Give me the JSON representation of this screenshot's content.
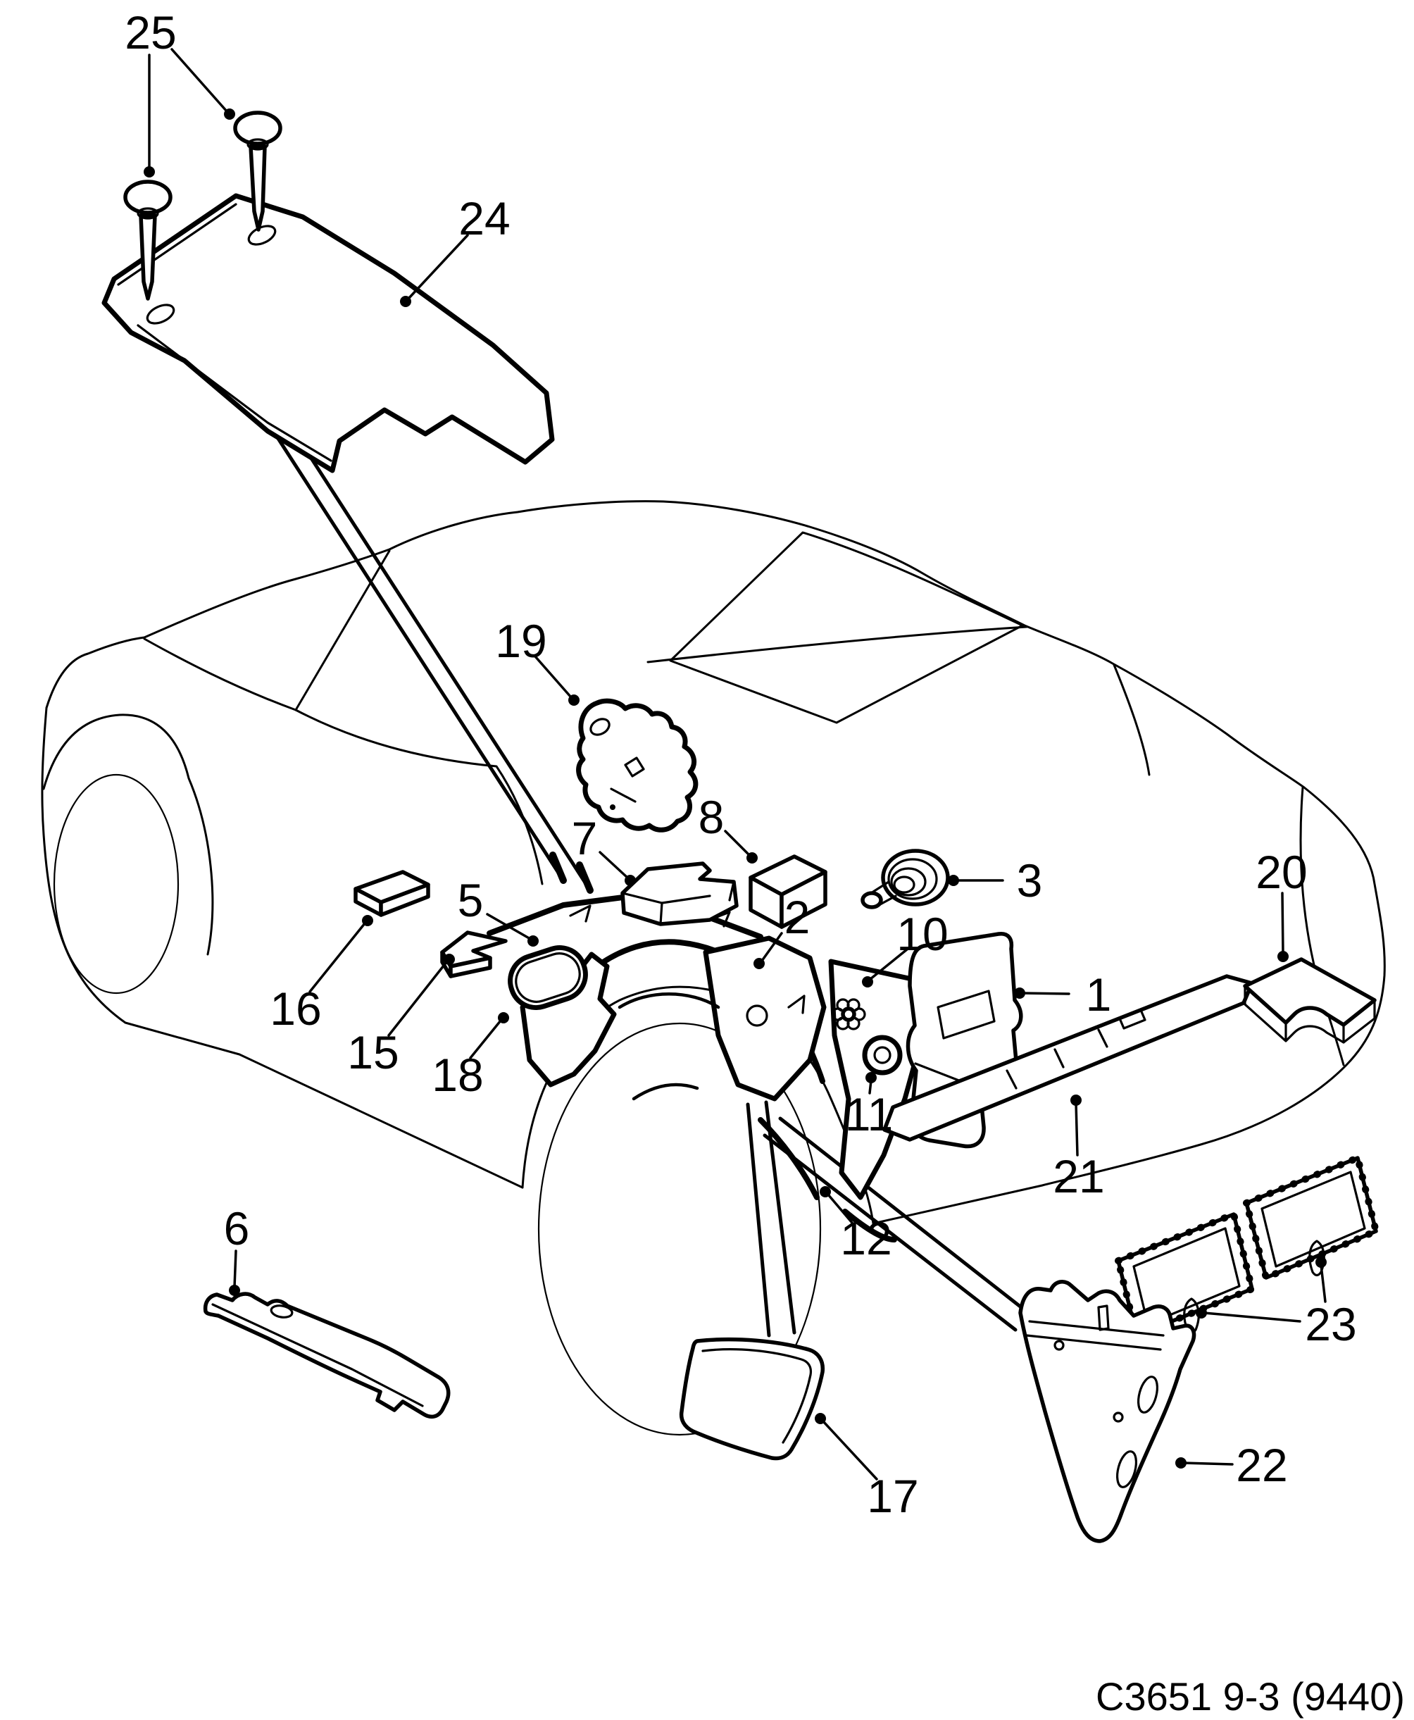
{
  "caption": "C3651 9-3 (9440)",
  "colors": {
    "background": "#ffffff",
    "line": "#000000"
  },
  "callouts": [
    {
      "label": "1"
    },
    {
      "label": "2"
    },
    {
      "label": "3"
    },
    {
      "label": "5"
    },
    {
      "label": "6"
    },
    {
      "label": "7"
    },
    {
      "label": "8"
    },
    {
      "label": "10"
    },
    {
      "label": "11"
    },
    {
      "label": "12"
    },
    {
      "label": "15"
    },
    {
      "label": "16"
    },
    {
      "label": "17"
    },
    {
      "label": "18"
    },
    {
      "label": "19"
    },
    {
      "label": "20"
    },
    {
      "label": "21"
    },
    {
      "label": "22"
    },
    {
      "label": "23"
    },
    {
      "label": "24"
    },
    {
      "label": "25"
    }
  ]
}
